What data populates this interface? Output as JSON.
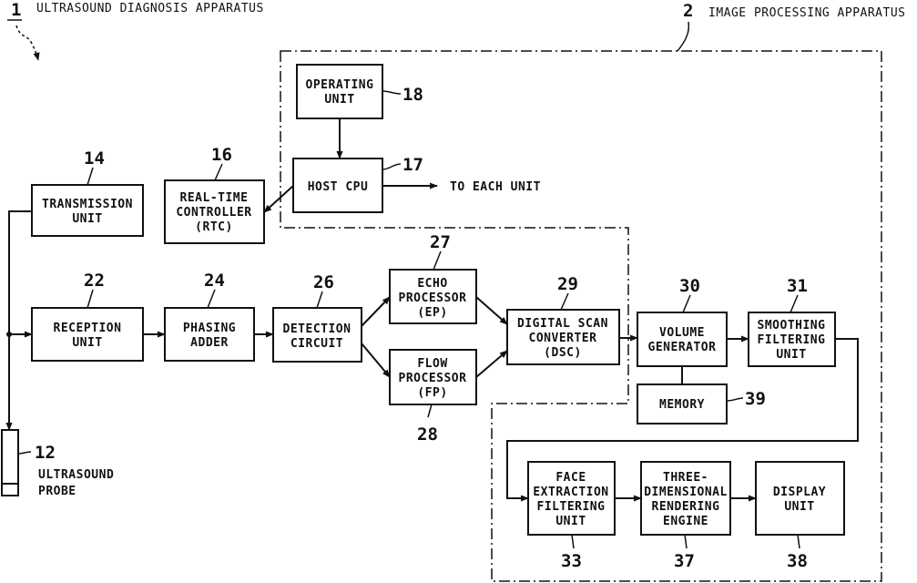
{
  "header": {
    "left_ref": "1",
    "left_caption": "ULTRASOUND DIAGNOSIS APPARATUS",
    "right_ref": "2",
    "right_caption": "IMAGE PROCESSING APPARATUS"
  },
  "blocks": {
    "operating_unit": {
      "lines": [
        "OPERATING",
        "UNIT"
      ],
      "ref": "18"
    },
    "host_cpu": {
      "lines": [
        "HOST CPU"
      ],
      "ref": "17"
    },
    "transmission_unit": {
      "lines": [
        "TRANSMISSION",
        "UNIT"
      ],
      "ref": "14"
    },
    "rtc": {
      "lines": [
        "REAL-TIME",
        "CONTROLLER",
        "(RTC)"
      ],
      "ref": "16"
    },
    "reception_unit": {
      "lines": [
        "RECEPTION",
        "UNIT"
      ],
      "ref": "22"
    },
    "phasing_adder": {
      "lines": [
        "PHASING",
        "ADDER"
      ],
      "ref": "24"
    },
    "detection_circuit": {
      "lines": [
        "DETECTION",
        "CIRCUIT"
      ],
      "ref": "26"
    },
    "echo_processor": {
      "lines": [
        "ECHO",
        "PROCESSOR",
        "(EP)"
      ],
      "ref": "27"
    },
    "flow_processor": {
      "lines": [
        "FLOW",
        "PROCESSOR",
        "(FP)"
      ],
      "ref": "28"
    },
    "dsc": {
      "lines": [
        "DIGITAL SCAN",
        "CONVERTER",
        "(DSC)"
      ],
      "ref": "29"
    },
    "volume_generator": {
      "lines": [
        "VOLUME",
        "GENERATOR"
      ],
      "ref": "30"
    },
    "smoothing_filter": {
      "lines": [
        "SMOOTHING",
        "FILTERING",
        "UNIT"
      ],
      "ref": "31"
    },
    "memory": {
      "lines": [
        "MEMORY"
      ],
      "ref": "39"
    },
    "face_extraction": {
      "lines": [
        "FACE",
        "EXTRACTION",
        "FILTERING",
        "UNIT"
      ],
      "ref": "33"
    },
    "rendering_engine": {
      "lines": [
        "THREE-",
        "DIMENSIONAL",
        "RENDERING",
        "ENGINE"
      ],
      "ref": "37"
    },
    "display_unit": {
      "lines": [
        "DISPLAY",
        "UNIT"
      ],
      "ref": "38"
    }
  },
  "to_each_unit": "TO EACH UNIT",
  "probe": {
    "ref": "12",
    "lines": [
      "ULTRASOUND",
      "PROBE"
    ]
  }
}
